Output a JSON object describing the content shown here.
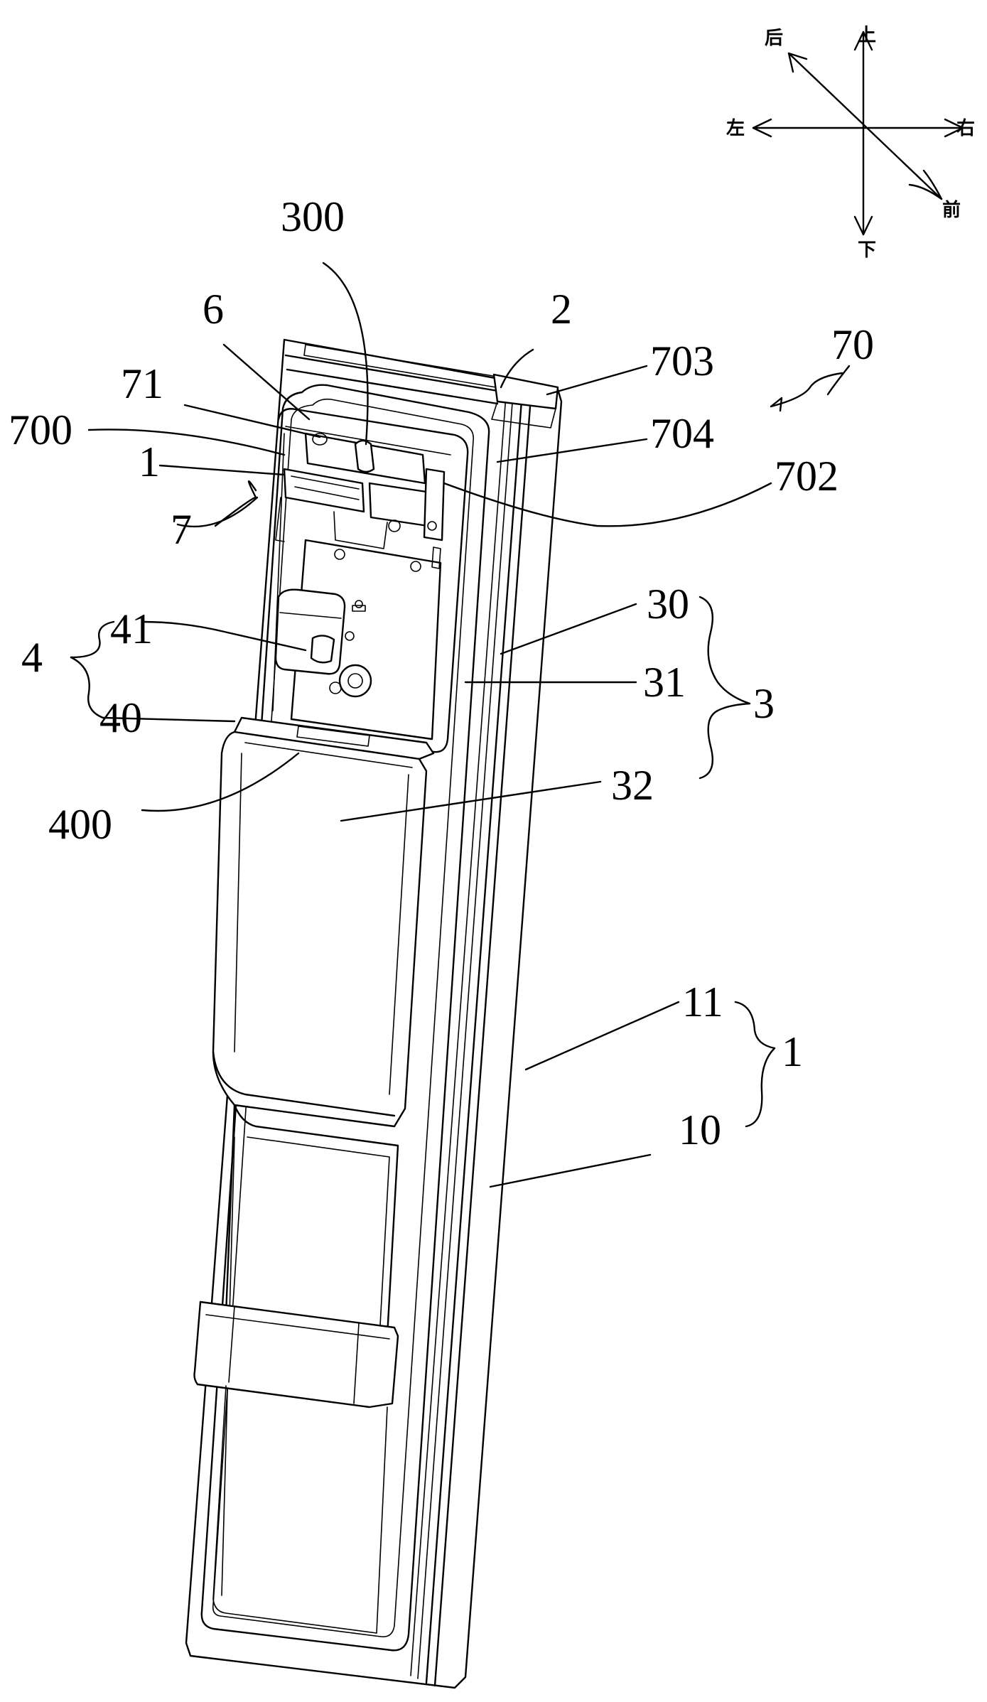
{
  "compass": {
    "up": "上",
    "down": "下",
    "left": "左",
    "right": "右",
    "back": "后",
    "front": "前"
  },
  "labels": {
    "l300": "300",
    "l6": "6",
    "l2": "2",
    "l703": "703",
    "l70": "70",
    "l71": "71",
    "l700": "700",
    "l704": "704",
    "l1_top": "1",
    "l702": "702",
    "l7": "7",
    "l41": "41",
    "l30": "30",
    "l4": "4",
    "l40": "40",
    "l31": "31",
    "l3": "3",
    "l400": "400",
    "l32": "32",
    "l11": "11",
    "l1_right": "1",
    "l10": "10"
  }
}
